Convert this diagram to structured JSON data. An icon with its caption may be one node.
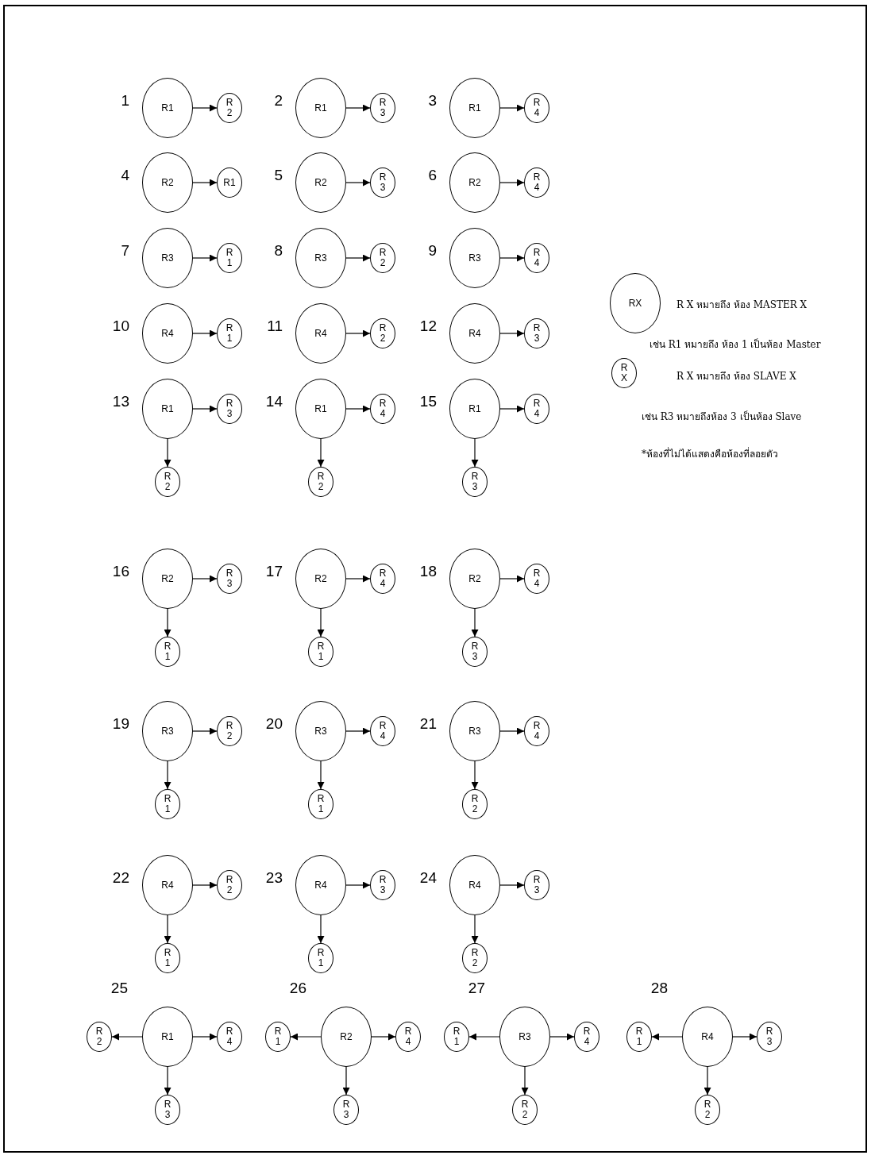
{
  "diagram": {
    "nodes": [
      {
        "text": [
          "R1"
        ]
      },
      {
        "text": [
          "R 2"
        ]
      },
      {
        "text": [
          "R1"
        ]
      },
      {
        "text": [
          "R 3"
        ]
      },
      {
        "text": [
          "R1"
        ]
      },
      {
        "text": [
          "R 4"
        ]
      },
      {
        "text": [
          "R2"
        ]
      },
      {
        "text": [
          "R1"
        ]
      },
      {
        "text": [
          "R2"
        ]
      },
      {
        "text": [
          "R 3"
        ]
      },
      {
        "text": [
          "R2"
        ]
      },
      {
        "text": [
          "R 4"
        ]
      },
      {
        "text": [
          "R3"
        ]
      },
      {
        "text": [
          "R 1"
        ]
      },
      {
        "text": [
          "R3"
        ]
      },
      {
        "text": [
          "R 2"
        ]
      },
      {
        "text": [
          "R3"
        ]
      },
      {
        "text": [
          "R 4"
        ]
      },
      {
        "text": [
          "R4"
        ]
      },
      {
        "text": [
          "R 1"
        ]
      },
      {
        "text": [
          "R4"
        ]
      },
      {
        "text": [
          "R 2"
        ]
      },
      {
        "text": [
          "R4"
        ]
      },
      {
        "text": [
          "R 3"
        ]
      },
      {
        "text": [
          "R1"
        ]
      },
      {
        "text": [
          "R 3"
        ]
      },
      {
        "text": [
          "R 2"
        ]
      },
      {
        "text": [
          "R1"
        ]
      },
      {
        "text": [
          "R 4"
        ]
      },
      {
        "text": [
          "R 2"
        ]
      },
      {
        "text": [
          "R1"
        ]
      },
      {
        "text": [
          "R 4"
        ]
      },
      {
        "text": [
          "R 3"
        ]
      },
      {
        "text": [
          "R2"
        ]
      },
      {
        "text": [
          "R 3"
        ]
      },
      {
        "text": [
          "R 1"
        ]
      },
      {
        "text": [
          "R2"
        ]
      },
      {
        "text": [
          "R 4"
        ]
      },
      {
        "text": [
          "R 1"
        ]
      },
      {
        "text": [
          "R2"
        ]
      },
      {
        "text": [
          "R 4"
        ]
      },
      {
        "text": [
          "R 3"
        ]
      },
      {
        "text": [
          "R3"
        ]
      },
      {
        "text": [
          "R 2"
        ]
      },
      {
        "text": [
          "R 1"
        ]
      },
      {
        "text": [
          "R3"
        ]
      },
      {
        "text": [
          "R 4"
        ]
      },
      {
        "text": [
          "R 1"
        ]
      },
      {
        "text": [
          "R3"
        ]
      },
      {
        "text": [
          "R 4"
        ]
      },
      {
        "text": [
          "R 2"
        ]
      },
      {
        "text": [
          "R4"
        ]
      },
      {
        "text": [
          "R 2"
        ]
      },
      {
        "text": [
          "R 1"
        ]
      },
      {
        "text": [
          "R4"
        ]
      },
      {
        "text": [
          "R 3"
        ]
      },
      {
        "text": [
          "R 1"
        ]
      },
      {
        "text": [
          "R4"
        ]
      },
      {
        "text": [
          "R 3"
        ]
      },
      {
        "text": [
          "R 2"
        ]
      },
      {
        "text": [
          "R1"
        ]
      },
      {
        "text": [
          "R 2"
        ]
      },
      {
        "text": [
          "R 4"
        ]
      },
      {
        "text": [
          "R 3"
        ]
      },
      {
        "text": [
          "R2"
        ]
      },
      {
        "text": [
          "R 1"
        ]
      },
      {
        "text": [
          "R 4"
        ]
      },
      {
        "text": [
          "R 3"
        ]
      },
      {
        "text": [
          "R3"
        ]
      },
      {
        "text": [
          "R 1"
        ]
      },
      {
        "text": [
          "R 4"
        ]
      },
      {
        "text": [
          "R 2"
        ]
      },
      {
        "text": [
          "R4"
        ]
      },
      {
        "text": [
          "R 1"
        ]
      },
      {
        "text": [
          "R 3"
        ]
      },
      {
        "text": [
          "R 2"
        ]
      },
      {
        "text": [
          "RX"
        ]
      },
      {
        "text": [
          "R X"
        ]
      }
    ],
    "edges": [
      {
        "from": 0,
        "to": 1,
        "arrow": "to"
      },
      {
        "from": 2,
        "to": 3,
        "arrow": "to"
      },
      {
        "from": 4,
        "to": 5,
        "arrow": "to"
      },
      {
        "from": 6,
        "to": 7,
        "arrow": "to"
      },
      {
        "from": 8,
        "to": 9,
        "arrow": "to"
      },
      {
        "from": 10,
        "to": 11,
        "arrow": "to"
      },
      {
        "from": 12,
        "to": 13,
        "arrow": "to"
      },
      {
        "from": 14,
        "to": 15,
        "arrow": "to"
      },
      {
        "from": 16,
        "to": 17,
        "arrow": "to"
      },
      {
        "from": 18,
        "to": 19,
        "arrow": "to"
      },
      {
        "from": 20,
        "to": 21,
        "arrow": "to"
      },
      {
        "from": 22,
        "to": 23,
        "arrow": "to"
      },
      {
        "from": 24,
        "to": 25,
        "arrow": "to"
      },
      {
        "from": 24,
        "to": 26,
        "arrow": "to"
      },
      {
        "from": 27,
        "to": 28,
        "arrow": "to"
      },
      {
        "from": 27,
        "to": 29,
        "arrow": "to"
      },
      {
        "from": 30,
        "to": 31,
        "arrow": "to"
      },
      {
        "from": 30,
        "to": 32,
        "arrow": "to"
      },
      {
        "from": 33,
        "to": 34,
        "arrow": "to"
      },
      {
        "from": 33,
        "to": 35,
        "arrow": "to"
      },
      {
        "from": 36,
        "to": 37,
        "arrow": "to"
      },
      {
        "from": 36,
        "to": 38,
        "arrow": "to"
      },
      {
        "from": 39,
        "to": 40,
        "arrow": "to"
      },
      {
        "from": 39,
        "to": 41,
        "arrow": "to"
      },
      {
        "from": 42,
        "to": 43,
        "arrow": "to"
      },
      {
        "from": 42,
        "to": 44,
        "arrow": "to"
      },
      {
        "from": 45,
        "to": 46,
        "arrow": "to"
      },
      {
        "from": 45,
        "to": 47,
        "arrow": "to"
      },
      {
        "from": 48,
        "to": 49,
        "arrow": "to"
      },
      {
        "from": 48,
        "to": 50,
        "arrow": "to"
      },
      {
        "from": 51,
        "to": 52,
        "arrow": "to"
      },
      {
        "from": 51,
        "to": 53,
        "arrow": "to"
      },
      {
        "from": 54,
        "to": 55,
        "arrow": "to"
      },
      {
        "from": 54,
        "to": 56,
        "arrow": "to"
      },
      {
        "from": 57,
        "to": 58,
        "arrow": "to"
      },
      {
        "from": 57,
        "to": 59,
        "arrow": "to"
      },
      {
        "from": 60,
        "to": 61,
        "arrow": "to"
      },
      {
        "from": 60,
        "to": 62,
        "arrow": "to"
      },
      {
        "from": 60,
        "to": 63,
        "arrow": "to"
      },
      {
        "from": 64,
        "to": 65,
        "arrow": "to"
      },
      {
        "from": 64,
        "to": 66,
        "arrow": "to"
      },
      {
        "from": 64,
        "to": 67,
        "arrow": "to"
      },
      {
        "from": 68,
        "to": 69,
        "arrow": "to"
      },
      {
        "from": 68,
        "to": 70,
        "arrow": "to"
      },
      {
        "from": 68,
        "to": 71,
        "arrow": "to"
      },
      {
        "from": 72,
        "to": 73,
        "arrow": "to"
      },
      {
        "from": 72,
        "to": 74,
        "arrow": "to"
      },
      {
        "from": 72,
        "to": 75,
        "arrow": "to"
      }
    ],
    "labels": [
      "1",
      "2",
      "3",
      "4",
      "5",
      "6",
      "7",
      "8",
      "9",
      "10",
      "11",
      "12",
      "13",
      "14",
      "15",
      "16",
      "17",
      "18",
      "19",
      "20",
      "21",
      "22",
      "23",
      "24",
      "25",
      "26",
      "27",
      "28",
      "R X หมายถึง ห้อง MASTER X",
      "เช่น R1 หมายถึง ห้อง 1 เป็นห้อง Master",
      "R X หมายถึง ห้อง SLAVE X",
      "เช่น R3 หมายถึงห้อง 3 เป็นห้อง Slave",
      "*ห้องที่ไม่ได้แสดงคือห้องที่ลอยตัว"
    ]
  }
}
